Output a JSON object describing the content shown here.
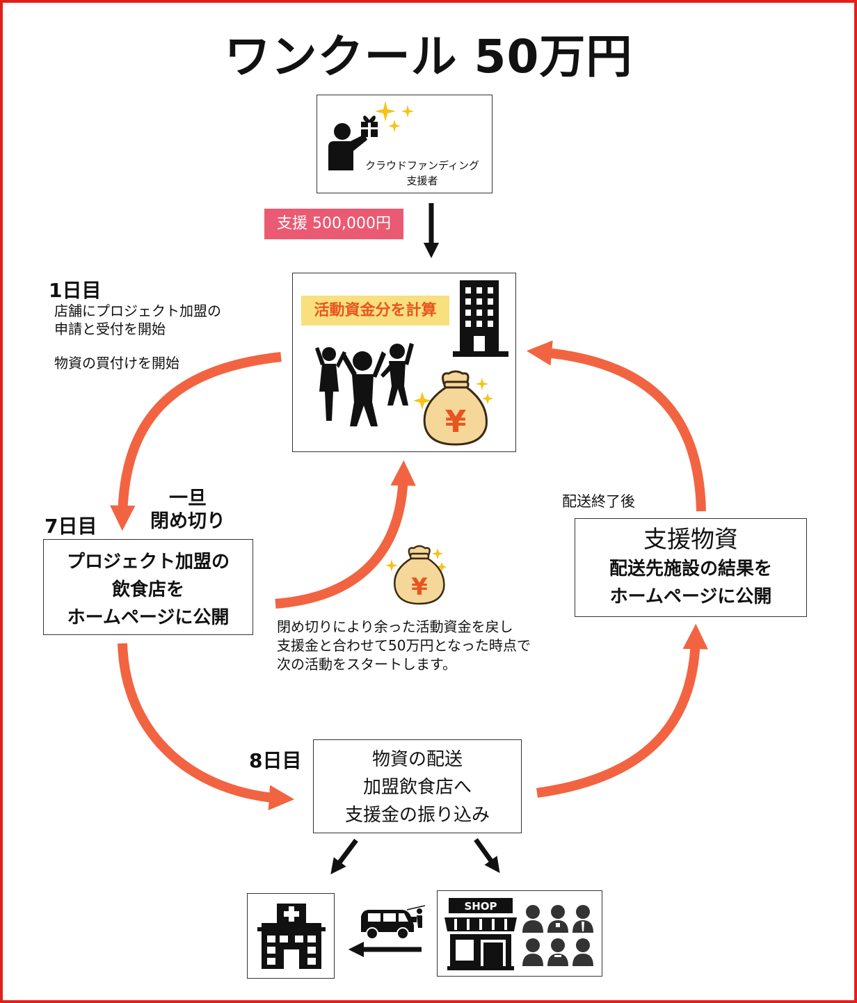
{
  "title": "ワンクール 50万円",
  "supporter": {
    "label_line1": "クラウドファンディング",
    "label_line2": "支援者",
    "icon": "person-gift-icon"
  },
  "support_amount": "支援 500,000円",
  "hub": {
    "badge": "活動資金分を計算",
    "icons": [
      "office-building-icon",
      "cheering-people-icon",
      "yen-money-bag-icon"
    ]
  },
  "day1": {
    "label": "1日目",
    "line1": "店舗にプロジェクト加盟の",
    "line2": "申請と受付を開始",
    "line3": "物資の買付けを開始"
  },
  "deadline": {
    "line1": "一旦",
    "line2": "閉め切り"
  },
  "day7": {
    "label": "7日目",
    "line1": "プロジェクト加盟の",
    "line2": "飲食店を",
    "line3": "ホームページに公開"
  },
  "return_note": {
    "line1": "閉め切りにより余った活動資金を戻し",
    "line2": "支援金と合わせて50万円となった時点で",
    "line3": "次の活動をスタートします。",
    "icon": "yen-money-bag-icon"
  },
  "after_delivery": "配送終了後",
  "goods_result": {
    "line1": "支援物資",
    "line2": "配送先施設の結果を",
    "line3": "ホームページに公開"
  },
  "day8": {
    "label": "8日目",
    "line1": "物資の配送",
    "line2": "加盟飲食店へ",
    "line3": "支援金の振り込み"
  },
  "bottom": {
    "facility_icon": "hospital-icon",
    "van_icon": "delivery-van-icon",
    "shop_icon": "shop-icon",
    "shop_sign": "SHOP",
    "staff_icon": "staff-group-icon"
  },
  "colors": {
    "frame": "#e0201b",
    "cycle_arrow": "#f26441",
    "support_label": "#ea5a72",
    "badge_bg": "#f7e07d",
    "badge_text": "#e8551f",
    "money_bag": "#f5d79a"
  }
}
